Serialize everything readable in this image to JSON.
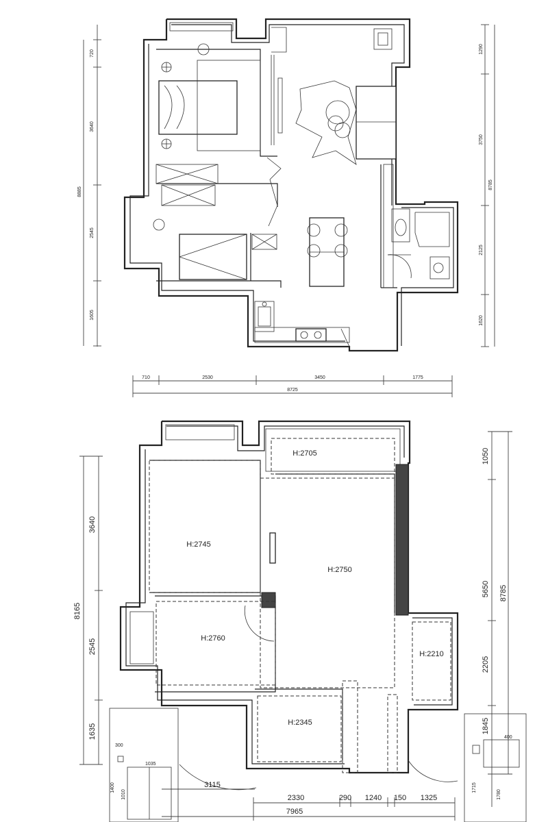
{
  "top_plan": {
    "left_dims": [
      "720",
      "3640",
      "8885",
      "2545",
      "1605"
    ],
    "right_dims": [
      "1290",
      "3750",
      "8785",
      "2125",
      "1620"
    ],
    "bottom_dims": [
      "710",
      "2530",
      "3450",
      "1775"
    ],
    "bottom_total": "8725"
  },
  "bottom_plan": {
    "room_heights": [
      "H:2745",
      "H:2705",
      "H:2750",
      "H:2760",
      "H:2210",
      "H:2345"
    ],
    "left_dims": [
      "3640",
      "8165",
      "2545",
      "1635"
    ],
    "right_dims": [
      "1050",
      "5650",
      "8785",
      "2205",
      "1845"
    ],
    "bottom_dims": [
      "3115",
      "2330",
      "290",
      "1240",
      "150",
      "1325"
    ],
    "bottom_total": "7965",
    "inset_left": [
      "300",
      "1035",
      "1400",
      "1010"
    ],
    "inset_right": [
      "400",
      "1715",
      "1780"
    ]
  }
}
